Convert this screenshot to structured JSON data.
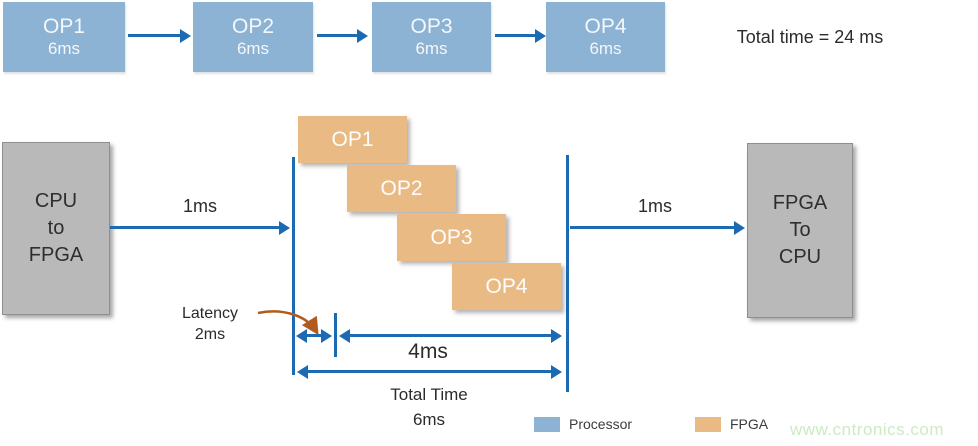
{
  "top_row": {
    "boxes": [
      {
        "label": "OP1",
        "time": "6ms"
      },
      {
        "label": "OP2",
        "time": "6ms"
      },
      {
        "label": "OP3",
        "time": "6ms"
      },
      {
        "label": "OP4",
        "time": "6ms"
      }
    ],
    "total_time_label": "Total time = 24 ms"
  },
  "pipeline": {
    "left_box": {
      "line1": "CPU",
      "line2": "to",
      "line3": "FPGA"
    },
    "right_box": {
      "line1": "FPGA",
      "line2": "To",
      "line3": "CPU"
    },
    "transfer_in_label": "1ms",
    "transfer_out_label": "1ms",
    "ops": [
      "OP1",
      "OP2",
      "OP3",
      "OP4"
    ],
    "latency": {
      "line1": "Latency",
      "line2": "2ms"
    },
    "span_label": "4ms",
    "total": {
      "line1": "Total Time",
      "line2": "6ms"
    }
  },
  "legend": {
    "items": [
      {
        "label": "Processor",
        "color": "#8cb2d4"
      },
      {
        "label": "FPGA",
        "color": "#eaba84"
      }
    ]
  },
  "watermark": "www.cntronics.com",
  "colors": {
    "processor": "#8cb2d4",
    "fpga": "#eaba84",
    "arrow_blue": "#1c6ab2",
    "gray_box": "#b9b9b9",
    "latency_arrow_brown": "#b05c1e",
    "watermark_green": "#cdeac3"
  }
}
